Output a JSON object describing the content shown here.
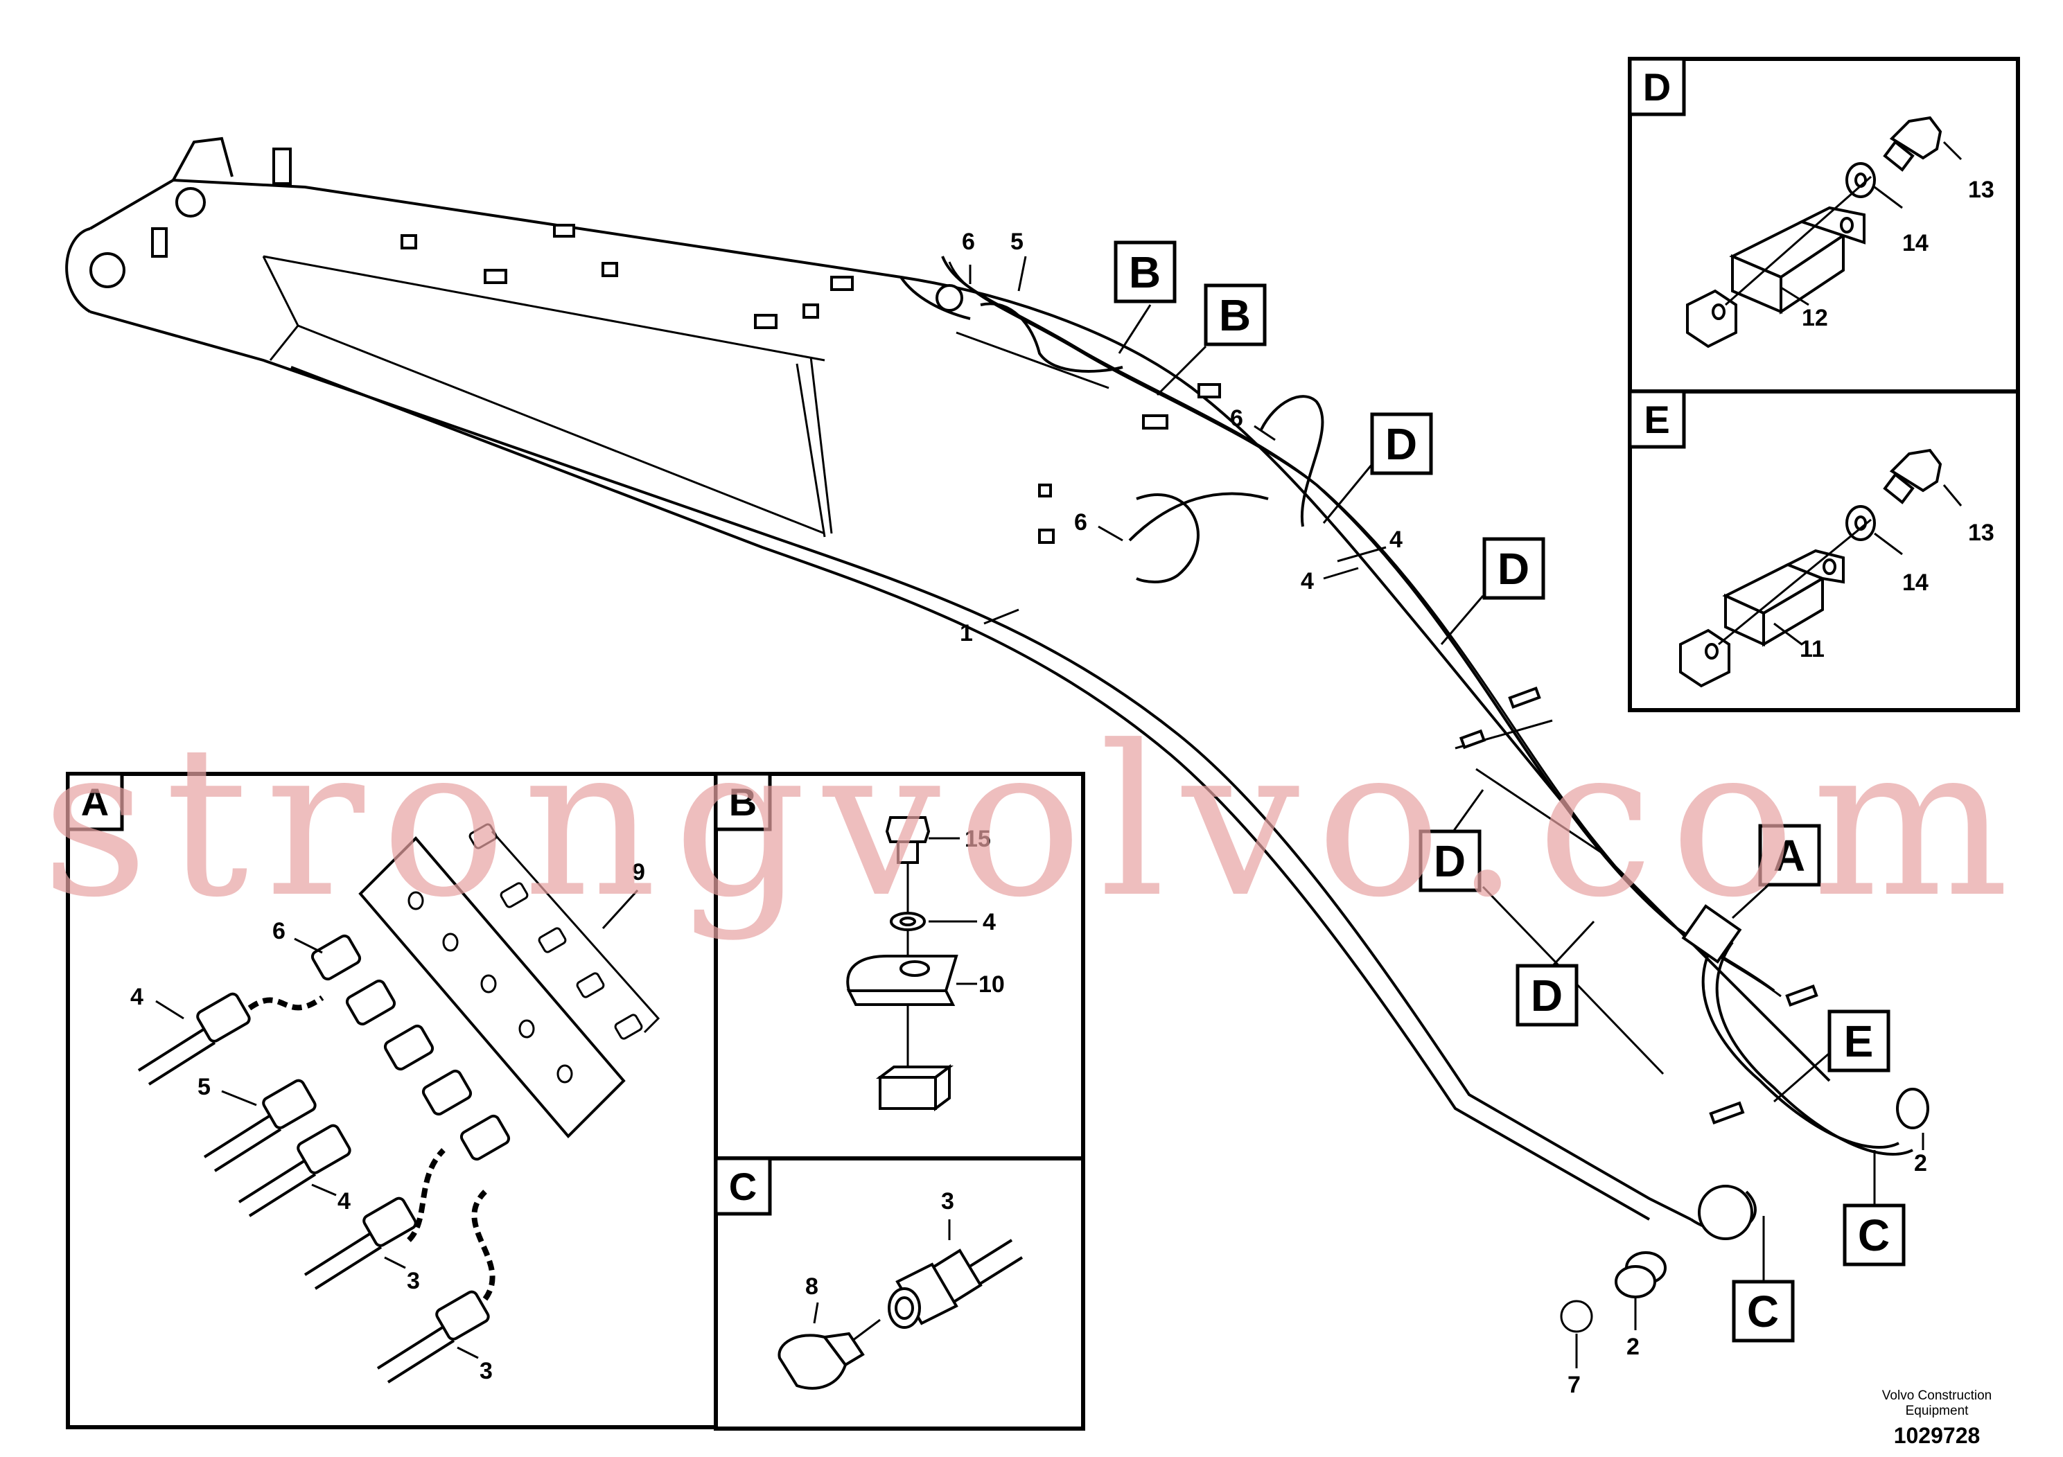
{
  "callouts_main": {
    "b1": "B",
    "b2": "B",
    "d1": "D",
    "d2": "D",
    "d3": "D",
    "d4": "D",
    "a": "A",
    "e": "E",
    "c1": "C",
    "c2": "C"
  },
  "part_numbers_main": {
    "n1": "1",
    "n2a": "2",
    "n2b": "2",
    "n4a": "4",
    "n4b": "4",
    "n5": "5",
    "n6a": "6",
    "n6b": "6",
    "n6c": "6",
    "n7": "7"
  },
  "inset_d": {
    "title": "D",
    "n13": "13",
    "n14": "14",
    "n12": "12"
  },
  "inset_e": {
    "title": "E",
    "n13": "13",
    "n14": "14",
    "n11": "11"
  },
  "inset_a": {
    "title": "A",
    "n9": "9",
    "n6": "6",
    "n4a": "4",
    "n5": "5",
    "n4b": "4",
    "n3a": "3",
    "n3b": "3"
  },
  "inset_b": {
    "title": "B",
    "n15": "15",
    "n4": "4",
    "n10": "10"
  },
  "inset_c": {
    "title": "C",
    "n3": "3",
    "n8": "8"
  },
  "watermark": "strongvolvo.com",
  "footer": {
    "brand_line1": "Volvo Construction",
    "brand_line2": "Equipment",
    "doc_number": "1029728"
  }
}
